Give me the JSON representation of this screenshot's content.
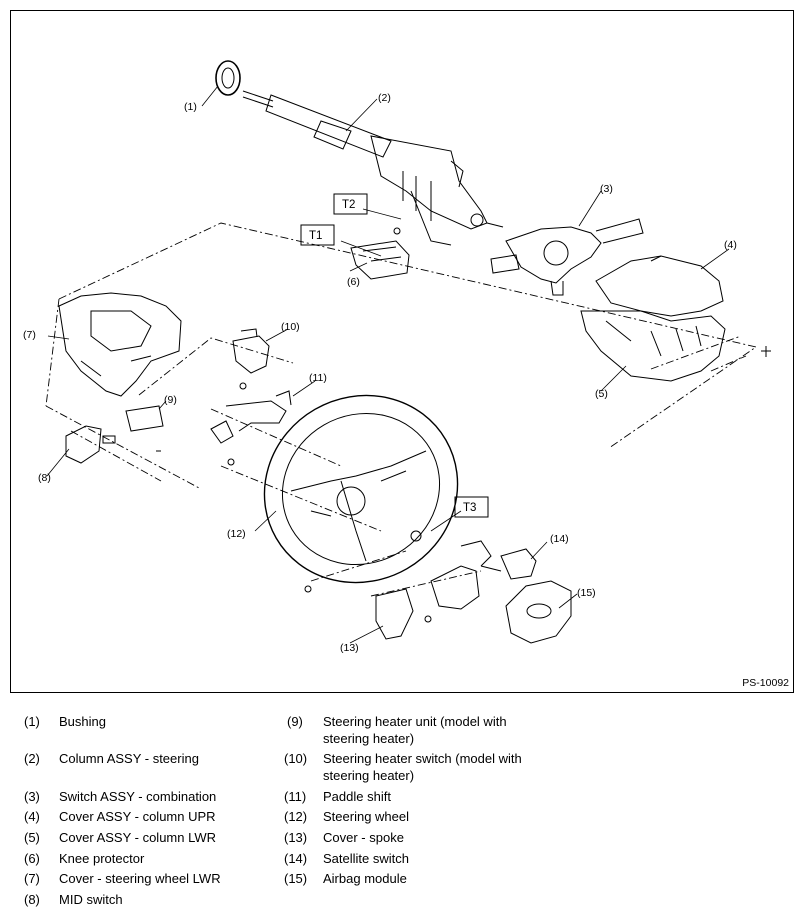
{
  "figure": {
    "code": "PS-10092",
    "callouts": [
      "(1)",
      "(2)",
      "(3)",
      "(4)",
      "(5)",
      "(6)",
      "(7)",
      "(8)",
      "(9)",
      "(10)",
      "(11)",
      "(12)",
      "(13)",
      "(14)",
      "(15)"
    ],
    "torque_labels": [
      "T1",
      "T2",
      "T3"
    ]
  },
  "legend": {
    "items": [
      {
        "num": "(1)",
        "text": "Bushing"
      },
      {
        "num": "(2)",
        "text": "Column ASSY - steering"
      },
      {
        "num": "(3)",
        "text": "Switch ASSY - combination"
      },
      {
        "num": "(4)",
        "text": "Cover ASSY - column UPR"
      },
      {
        "num": "(5)",
        "text": "Cover ASSY - column LWR"
      },
      {
        "num": "(6)",
        "text": "Knee protector"
      },
      {
        "num": "(7)",
        "text": "Cover - steering wheel LWR"
      },
      {
        "num": "(8)",
        "text": "MID switch"
      },
      {
        "num": "(9)",
        "text": "Steering heater unit (model with steering heater)"
      },
      {
        "num": "(10)",
        "text": "Steering heater switch (model with steering heater)"
      },
      {
        "num": "(11)",
        "text": "Paddle shift"
      },
      {
        "num": "(12)",
        "text": "Steering wheel"
      },
      {
        "num": "(13)",
        "text": "Cover - spoke"
      },
      {
        "num": "(14)",
        "text": "Satellite switch"
      },
      {
        "num": "(15)",
        "text": "Airbag module"
      }
    ]
  }
}
